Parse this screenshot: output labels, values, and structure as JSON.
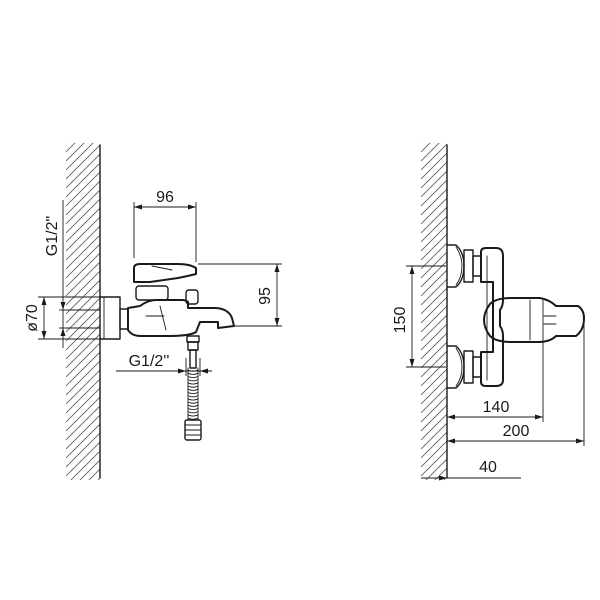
{
  "left_view": {
    "dim_width": "96",
    "dim_height": "95",
    "dim_inlet_thread": "G1/2\"",
    "dim_outlet_thread": "G1/2''",
    "dim_flange_diameter": "ø70"
  },
  "right_view": {
    "dim_inlet_spacing": "150",
    "dim_depth_lever": "140",
    "dim_depth_total": "200",
    "dim_wall_offset": "40"
  },
  "colors": {
    "line": "#1a1a1a",
    "hatch": "#555555",
    "background": "#ffffff"
  }
}
